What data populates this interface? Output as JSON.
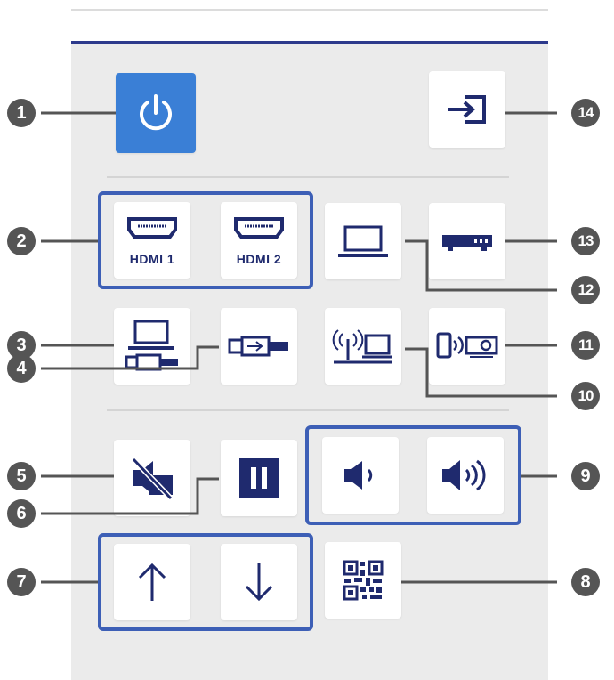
{
  "buttons": {
    "power": {
      "icon": "power-icon"
    },
    "source_search": {
      "icon": "source-search-icon"
    },
    "hdmi1": {
      "label": "HDMI 1",
      "icon": "hdmi-port-icon"
    },
    "hdmi2": {
      "label": "HDMI 2",
      "icon": "hdmi-port-icon"
    },
    "computer": {
      "icon": "laptop-icon"
    },
    "av_device": {
      "icon": "av-device-icon"
    },
    "usb_display": {
      "icon": "laptop-usb-icon"
    },
    "usb_device": {
      "icon": "usb-plug-icon"
    },
    "network": {
      "icon": "wireless-laptop-icon"
    },
    "screen_mirroring": {
      "icon": "mirroring-icon"
    },
    "av_mute": {
      "icon": "av-mute-icon"
    },
    "freeze": {
      "icon": "pause-icon"
    },
    "volume_down": {
      "icon": "speaker-low-icon"
    },
    "volume_up": {
      "icon": "speaker-high-icon"
    },
    "page_up": {
      "icon": "arrow-up-icon"
    },
    "page_down": {
      "icon": "arrow-down-icon"
    },
    "qr_code": {
      "icon": "qr-code-icon"
    }
  },
  "callouts": [
    "1",
    "2",
    "3",
    "4",
    "5",
    "6",
    "7",
    "8",
    "9",
    "10",
    "11",
    "12",
    "13",
    "14"
  ],
  "colors": {
    "accent": "#3a7fd6",
    "group_border": "#3d5fb6",
    "callout": "#555555",
    "icon": "#1f2a6e"
  }
}
